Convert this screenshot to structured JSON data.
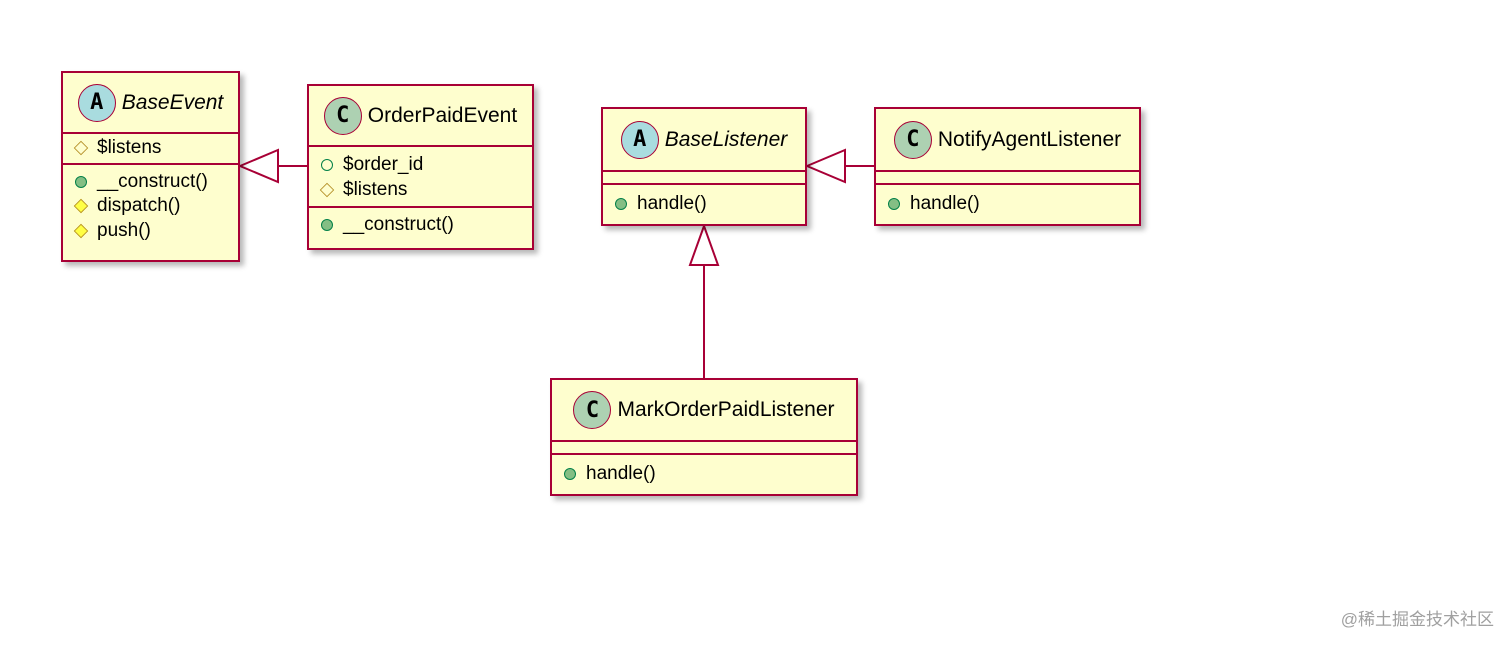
{
  "classes": {
    "base_event": {
      "stereotype": "A",
      "name": "BaseEvent",
      "fields": [
        "$listens"
      ],
      "methods": [
        "__construct()",
        "dispatch()",
        "push()"
      ]
    },
    "order_paid_event": {
      "stereotype": "C",
      "name": "OrderPaidEvent",
      "fields": [
        "$order_id",
        "$listens"
      ],
      "methods": [
        "__construct()"
      ]
    },
    "base_listener": {
      "stereotype": "A",
      "name": "BaseListener",
      "methods": [
        "handle()"
      ]
    },
    "notify_agent_listener": {
      "stereotype": "C",
      "name": "NotifyAgentListener",
      "methods": [
        "handle()"
      ]
    },
    "mark_order_paid_listener": {
      "stereotype": "C",
      "name": "MarkOrderPaidListener",
      "methods": [
        "handle()"
      ]
    }
  },
  "colors": {
    "border": "#a80036",
    "fill": "#fefece",
    "abstract_badge": "#a9dcdf",
    "class_badge": "#add1b2"
  },
  "watermark": "@稀土掘金技术社区"
}
